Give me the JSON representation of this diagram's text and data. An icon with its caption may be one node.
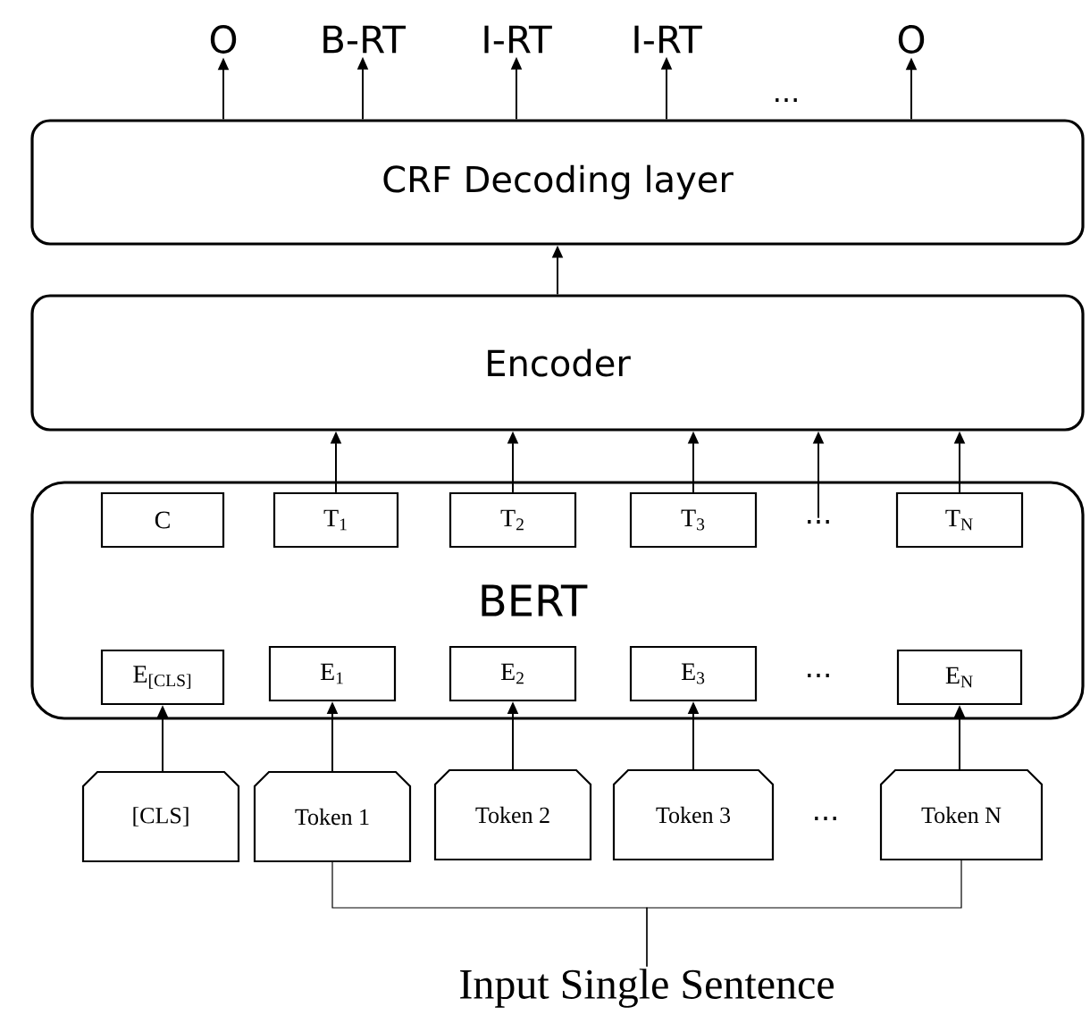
{
  "diagram": {
    "nodes": [
      {
        "text": [
          "O"
        ]
      },
      {
        "text": [
          "B-RT"
        ]
      },
      {
        "text": [
          "I-RT"
        ]
      },
      {
        "text": [
          "I-RT"
        ]
      },
      {
        "text": [
          "O"
        ]
      },
      {
        "text": [
          "CRF Decoding layer"
        ]
      },
      {
        "text": [
          "Encoder"
        ]
      },
      {
        "text": [
          "BERT"
        ]
      },
      {
        "text": [
          "C"
        ],
        "in": 7
      },
      {
        "text": [
          "T$_{1}$"
        ],
        "in": 7
      },
      {
        "text": [
          "T$_{2}$"
        ],
        "in": 7
      },
      {
        "text": [
          "T$_{3}$"
        ],
        "in": 7
      },
      {
        "text": [
          "T$_{N}$"
        ],
        "in": 7
      },
      {
        "text": [
          "E$_{[CLS]}$"
        ],
        "in": 7
      },
      {
        "text": [
          "E$_{1}$"
        ],
        "in": 7
      },
      {
        "text": [
          "E$_{2}$"
        ],
        "in": 7
      },
      {
        "text": [
          "E$_{3}$"
        ],
        "in": 7
      },
      {
        "text": [
          "E$_{N}$"
        ],
        "in": 7
      },
      {
        "text": [
          "[CLS]"
        ]
      },
      {
        "text": [
          "Token 1"
        ]
      },
      {
        "text": [
          "Token 2"
        ]
      },
      {
        "text": [
          "Token 3"
        ]
      },
      {
        "text": [
          "Token N"
        ]
      },
      {
        "text": [
          "Input Single Sentence"
        ]
      },
      {
        "text": [
          "..."
        ],
        "in": 7
      }
    ],
    "edges": [
      {
        "from": 5,
        "to": 0,
        "arrow": "to"
      },
      {
        "from": 5,
        "to": 1,
        "arrow": "to"
      },
      {
        "from": 5,
        "to": 2,
        "arrow": "to"
      },
      {
        "from": 5,
        "to": 3,
        "arrow": "to"
      },
      {
        "from": 5,
        "to": 4,
        "arrow": "to"
      },
      {
        "from": 6,
        "to": 5,
        "arrow": "to"
      },
      {
        "from": 9,
        "to": 6,
        "arrow": "to"
      },
      {
        "from": 10,
        "to": 6,
        "arrow": "to"
      },
      {
        "from": 11,
        "to": 6,
        "arrow": "to"
      },
      {
        "from": 24,
        "to": 6,
        "arrow": "to"
      },
      {
        "from": 12,
        "to": 6,
        "arrow": "to"
      },
      {
        "from": 18,
        "to": 13,
        "arrow": "to"
      },
      {
        "from": 19,
        "to": 14,
        "arrow": "to"
      },
      {
        "from": 20,
        "to": 15,
        "arrow": "to"
      },
      {
        "from": 21,
        "to": 16,
        "arrow": "to"
      },
      {
        "from": 22,
        "to": 17,
        "arrow": "to"
      },
      {
        "from": 19,
        "to": 23,
        "arrow": "none"
      },
      {
        "from": 22,
        "to": 23,
        "arrow": "none"
      }
    ],
    "labels": [
      "...",
      "...",
      "..."
    ]
  }
}
